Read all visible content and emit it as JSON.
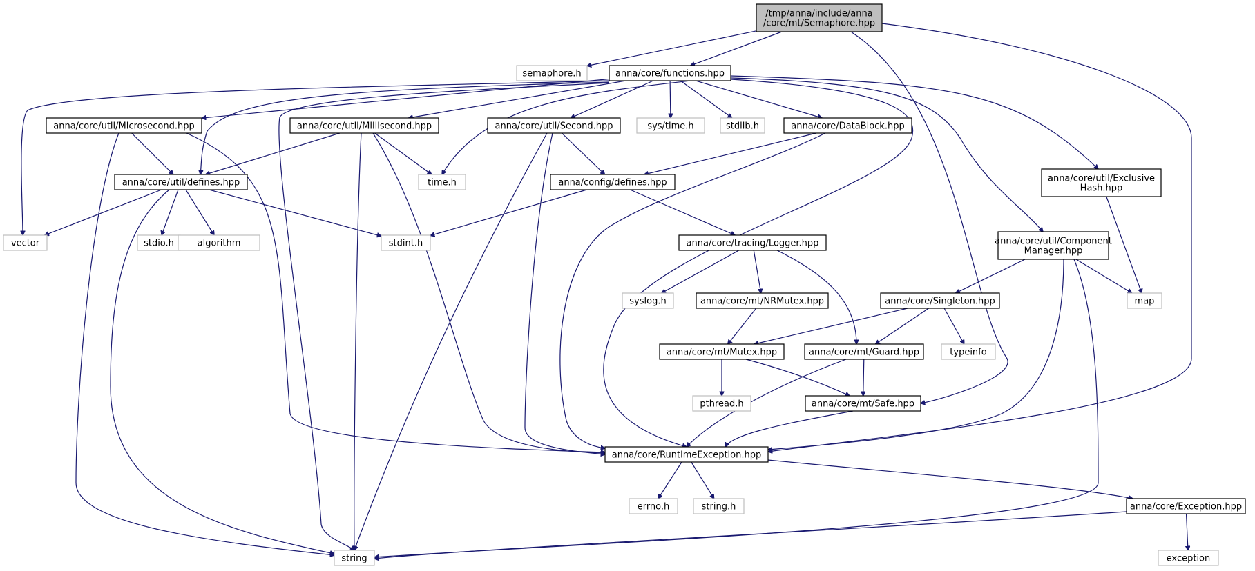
{
  "diagram": {
    "type": "include-dependency-graph",
    "colors": {
      "edge": "#191970",
      "node_border_internal": "#000000",
      "node_border_external": "#bfbfbf",
      "root_fill": "#bfbfbf",
      "node_fill": "#ffffff"
    },
    "nodes": [
      {
        "id": "root",
        "lines": [
          "/tmp/anna/include/anna",
          "/core/mt/Semaphore.hpp"
        ],
        "kind": "root"
      },
      {
        "id": "semaphore_h",
        "lines": [
          "semaphore.h"
        ],
        "kind": "external"
      },
      {
        "id": "functions",
        "lines": [
          "anna/core/functions.hpp"
        ],
        "kind": "internal"
      },
      {
        "id": "microsecond",
        "lines": [
          "anna/core/util/Microsecond.hpp"
        ],
        "kind": "internal"
      },
      {
        "id": "millisecond",
        "lines": [
          "anna/core/util/Millisecond.hpp"
        ],
        "kind": "internal"
      },
      {
        "id": "second",
        "lines": [
          "anna/core/util/Second.hpp"
        ],
        "kind": "internal"
      },
      {
        "id": "sys_time_h",
        "lines": [
          "sys/time.h"
        ],
        "kind": "external"
      },
      {
        "id": "stdlib_h",
        "lines": [
          "stdlib.h"
        ],
        "kind": "external"
      },
      {
        "id": "datablock",
        "lines": [
          "anna/core/DataBlock.hpp"
        ],
        "kind": "internal"
      },
      {
        "id": "util_defines",
        "lines": [
          "anna/core/util/defines.hpp"
        ],
        "kind": "internal"
      },
      {
        "id": "time_h",
        "lines": [
          "time.h"
        ],
        "kind": "external"
      },
      {
        "id": "config_defines",
        "lines": [
          "anna/config/defines.hpp"
        ],
        "kind": "internal"
      },
      {
        "id": "exclusive_hash",
        "lines": [
          "anna/core/util/Exclusive",
          "Hash.hpp"
        ],
        "kind": "internal"
      },
      {
        "id": "vector",
        "lines": [
          "vector"
        ],
        "kind": "external"
      },
      {
        "id": "stdio_h",
        "lines": [
          "stdio.h"
        ],
        "kind": "external"
      },
      {
        "id": "algorithm",
        "lines": [
          "algorithm"
        ],
        "kind": "external"
      },
      {
        "id": "stdint_h",
        "lines": [
          "stdint.h"
        ],
        "kind": "external"
      },
      {
        "id": "logger",
        "lines": [
          "anna/core/tracing/Logger.hpp"
        ],
        "kind": "internal"
      },
      {
        "id": "component_manager",
        "lines": [
          "anna/core/util/Component",
          "Manager.hpp"
        ],
        "kind": "internal"
      },
      {
        "id": "syslog_h",
        "lines": [
          "syslog.h"
        ],
        "kind": "external"
      },
      {
        "id": "nrmutex",
        "lines": [
          "anna/core/mt/NRMutex.hpp"
        ],
        "kind": "internal"
      },
      {
        "id": "singleton",
        "lines": [
          "anna/core/Singleton.hpp"
        ],
        "kind": "internal"
      },
      {
        "id": "map",
        "lines": [
          "map"
        ],
        "kind": "external"
      },
      {
        "id": "mutex",
        "lines": [
          "anna/core/mt/Mutex.hpp"
        ],
        "kind": "internal"
      },
      {
        "id": "guard",
        "lines": [
          "anna/core/mt/Guard.hpp"
        ],
        "kind": "internal"
      },
      {
        "id": "typeinfo",
        "lines": [
          "typeinfo"
        ],
        "kind": "external"
      },
      {
        "id": "pthread_h",
        "lines": [
          "pthread.h"
        ],
        "kind": "external"
      },
      {
        "id": "safe",
        "lines": [
          "anna/core/mt/Safe.hpp"
        ],
        "kind": "internal"
      },
      {
        "id": "runtime_exception",
        "lines": [
          "anna/core/RuntimeException.hpp"
        ],
        "kind": "internal"
      },
      {
        "id": "errno_h",
        "lines": [
          "errno.h"
        ],
        "kind": "external"
      },
      {
        "id": "string_h",
        "lines": [
          "string.h"
        ],
        "kind": "external"
      },
      {
        "id": "exception_hpp",
        "lines": [
          "anna/core/Exception.hpp"
        ],
        "kind": "internal"
      },
      {
        "id": "string",
        "lines": [
          "string"
        ],
        "kind": "external"
      },
      {
        "id": "exception",
        "lines": [
          "exception"
        ],
        "kind": "external"
      }
    ],
    "edges": [
      [
        "root",
        "semaphore_h"
      ],
      [
        "root",
        "functions"
      ],
      [
        "root",
        "safe"
      ],
      [
        "root",
        "runtime_exception"
      ],
      [
        "functions",
        "microsecond"
      ],
      [
        "functions",
        "millisecond"
      ],
      [
        "functions",
        "second"
      ],
      [
        "functions",
        "sys_time_h"
      ],
      [
        "functions",
        "stdlib_h"
      ],
      [
        "functions",
        "datablock"
      ],
      [
        "functions",
        "util_defines"
      ],
      [
        "functions",
        "time_h"
      ],
      [
        "functions",
        "vector"
      ],
      [
        "functions",
        "string"
      ],
      [
        "functions",
        "runtime_exception"
      ],
      [
        "functions",
        "component_manager"
      ],
      [
        "functions",
        "exclusive_hash"
      ],
      [
        "microsecond",
        "util_defines"
      ],
      [
        "microsecond",
        "string"
      ],
      [
        "microsecond",
        "runtime_exception"
      ],
      [
        "millisecond",
        "util_defines"
      ],
      [
        "millisecond",
        "time_h"
      ],
      [
        "millisecond",
        "string"
      ],
      [
        "millisecond",
        "runtime_exception"
      ],
      [
        "second",
        "config_defines"
      ],
      [
        "second",
        "string"
      ],
      [
        "second",
        "runtime_exception"
      ],
      [
        "datablock",
        "config_defines"
      ],
      [
        "datablock",
        "runtime_exception"
      ],
      [
        "util_defines",
        "vector"
      ],
      [
        "util_defines",
        "stdio_h"
      ],
      [
        "util_defines",
        "algorithm"
      ],
      [
        "util_defines",
        "stdint_h"
      ],
      [
        "util_defines",
        "string"
      ],
      [
        "config_defines",
        "stdint_h"
      ],
      [
        "config_defines",
        "logger"
      ],
      [
        "exclusive_hash",
        "map"
      ],
      [
        "logger",
        "syslog_h"
      ],
      [
        "logger",
        "nrmutex"
      ],
      [
        "logger",
        "guard"
      ],
      [
        "component_manager",
        "singleton"
      ],
      [
        "component_manager",
        "map"
      ],
      [
        "component_manager",
        "runtime_exception"
      ],
      [
        "component_manager",
        "string"
      ],
      [
        "nrmutex",
        "mutex"
      ],
      [
        "singleton",
        "mutex"
      ],
      [
        "singleton",
        "guard"
      ],
      [
        "singleton",
        "typeinfo"
      ],
      [
        "mutex",
        "pthread_h"
      ],
      [
        "mutex",
        "safe"
      ],
      [
        "guard",
        "safe"
      ],
      [
        "guard",
        "runtime_exception"
      ],
      [
        "safe",
        "runtime_exception"
      ],
      [
        "runtime_exception",
        "errno_h"
      ],
      [
        "runtime_exception",
        "string_h"
      ],
      [
        "runtime_exception",
        "exception_hpp"
      ],
      [
        "exception_hpp",
        "string"
      ],
      [
        "exception_hpp",
        "exception"
      ]
    ]
  }
}
